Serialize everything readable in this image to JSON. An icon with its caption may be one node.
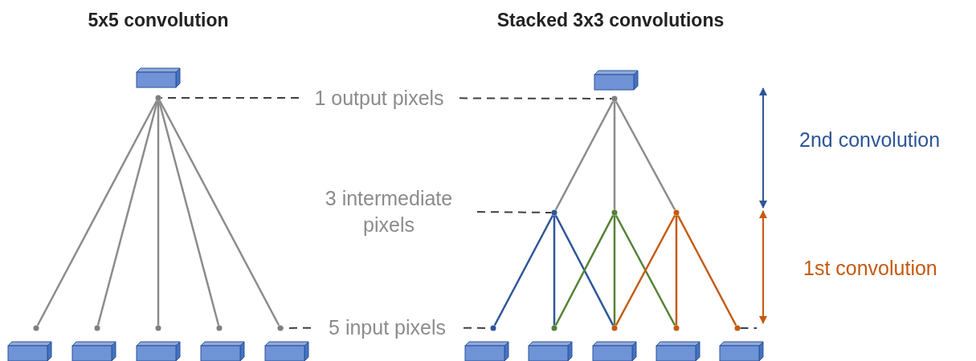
{
  "diagram": {
    "nodes": [
      {
        "text": [],
        "shape": "box"
      },
      {
        "text": [],
        "shape": "circle"
      },
      {
        "text": [],
        "shape": "circle"
      },
      {
        "text": [],
        "shape": "circle"
      },
      {
        "text": [],
        "shape": "circle"
      },
      {
        "text": [],
        "shape": "circle"
      },
      {
        "text": [],
        "shape": "circle"
      },
      {
        "text": [],
        "shape": "box"
      },
      {
        "text": [],
        "shape": "box"
      },
      {
        "text": [],
        "shape": "box"
      },
      {
        "text": [],
        "shape": "box"
      },
      {
        "text": [],
        "shape": "box"
      },
      {
        "text": [
          "1 output pixels"
        ]
      },
      {
        "text": [
          "3 intermediate pixels"
        ]
      },
      {
        "text": [
          "5 input pixels"
        ]
      },
      {
        "text": [],
        "shape": "box"
      },
      {
        "text": [],
        "shape": "circle"
      },
      {
        "text": [],
        "shape": "circle"
      },
      {
        "text": [],
        "shape": "circle"
      },
      {
        "text": [],
        "shape": "circle"
      },
      {
        "text": [],
        "shape": "circle"
      },
      {
        "text": [],
        "shape": "circle"
      },
      {
        "text": [],
        "shape": "circle"
      },
      {
        "text": [],
        "shape": "circle"
      },
      {
        "text": [],
        "shape": "circle"
      },
      {
        "text": [],
        "shape": "box"
      },
      {
        "text": [],
        "shape": "box"
      },
      {
        "text": [],
        "shape": "box"
      },
      {
        "text": [],
        "shape": "box"
      },
      {
        "text": [],
        "shape": "box"
      }
    ],
    "edges": [
      {
        "from": 1,
        "to": 2,
        "arrow": "none"
      },
      {
        "from": 1,
        "to": 3,
        "arrow": "none"
      },
      {
        "from": 1,
        "to": 4,
        "arrow": "none"
      },
      {
        "from": 1,
        "to": 5,
        "arrow": "none"
      },
      {
        "from": 1,
        "to": 6,
        "arrow": "none"
      },
      {
        "from": 12,
        "to": 1,
        "arrow": "none",
        "style": "dashed",
        "color": "#404040"
      },
      {
        "from": 12,
        "to": 16,
        "arrow": "none",
        "style": "dashed",
        "color": "#404040"
      },
      {
        "from": 13,
        "to": 17,
        "arrow": "none",
        "style": "dashed",
        "color": "#404040"
      },
      {
        "from": 14,
        "to": 6,
        "arrow": "none",
        "style": "dashed",
        "color": "#404040"
      },
      {
        "from": 14,
        "to": 20,
        "arrow": "none",
        "style": "dashed",
        "color": "#404040"
      },
      {
        "from": 24,
        "to": null,
        "arrow": "none",
        "style": "dashed",
        "color": "#404040"
      },
      {
        "from": 16,
        "to": 17,
        "arrow": "none"
      },
      {
        "from": 16,
        "to": 18,
        "arrow": "none"
      },
      {
        "from": 16,
        "to": 19,
        "arrow": "none"
      },
      {
        "from": 17,
        "to": 20,
        "arrow": "none",
        "color": "#2f5597"
      },
      {
        "from": 17,
        "to": 21,
        "arrow": "none",
        "color": "#2f5597"
      },
      {
        "from": 17,
        "to": 22,
        "arrow": "none",
        "color": "#2f5597"
      },
      {
        "from": 18,
        "to": 21,
        "arrow": "none",
        "color": "#548235"
      },
      {
        "from": 18,
        "to": 22,
        "arrow": "none",
        "color": "#548235"
      },
      {
        "from": 18,
        "to": 23,
        "arrow": "none",
        "color": "#548235"
      },
      {
        "from": 19,
        "to": 22,
        "arrow": "none",
        "color": "#c55a11"
      },
      {
        "from": 19,
        "to": 23,
        "arrow": "none",
        "color": "#c55a11"
      },
      {
        "from": 19,
        "to": 24,
        "arrow": "none",
        "color": "#c55a11"
      }
    ],
    "labels": [
      "5x5 convolution",
      "Stacked 3x3 convolutions",
      "2nd convolution",
      "1st convolution"
    ]
  }
}
